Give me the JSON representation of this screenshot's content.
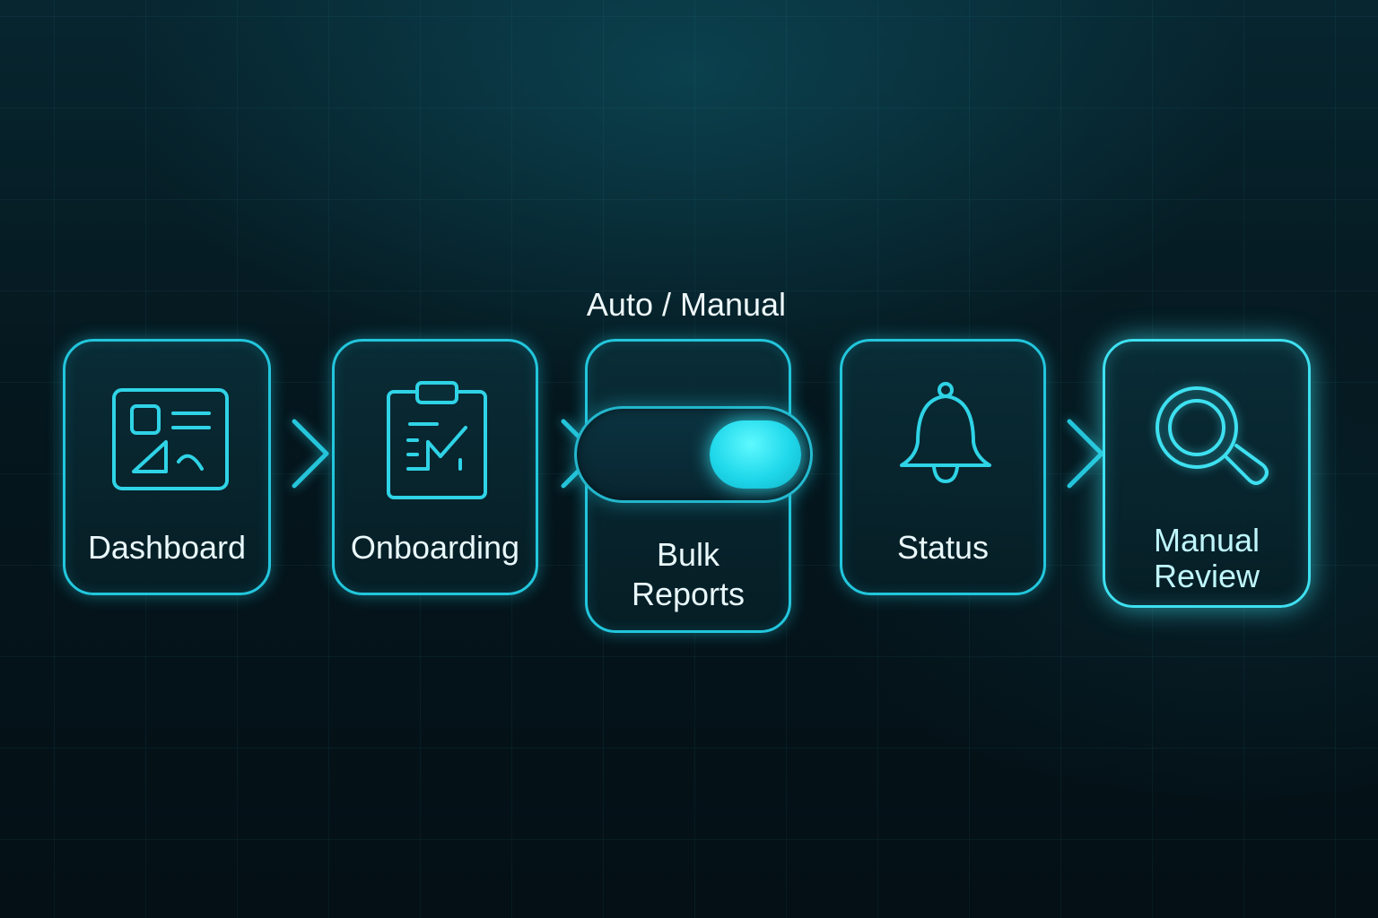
{
  "toggle": {
    "label": "Auto / Manual",
    "state": "on"
  },
  "steps": [
    {
      "label": "Dashboard",
      "icon": "dashboard-icon"
    },
    {
      "label": "Onboarding",
      "icon": "clipboard-checklist-icon"
    },
    {
      "label": "Bulk Reports",
      "label_lines": [
        "Bulk",
        "Reports"
      ],
      "icon": "toggle-switch"
    },
    {
      "label": "Status",
      "icon": "bell-icon"
    },
    {
      "label": "Manual Review",
      "label_lines": [
        "Manual",
        "Review"
      ],
      "icon": "magnifier-icon"
    }
  ],
  "colors": {
    "accent": "#22c6dc",
    "accent_bright": "#3ee0f0",
    "background": "#05161d",
    "text": "#e9f8fb"
  }
}
